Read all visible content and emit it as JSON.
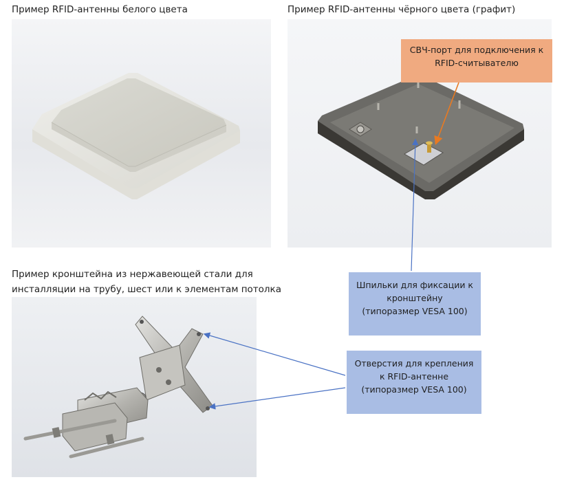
{
  "captions": {
    "white_antenna": "Пример RFID-антенны белого цвета",
    "black_antenna": "Пример RFID-антенны чёрного цвета (графит)",
    "bracket_line1": "Пример кронштейна из нержавеющей стали для",
    "bracket_line2": "инсталляции на трубу, шест или к элементам потолка"
  },
  "callouts": {
    "rf_port": {
      "lines": [
        "СВЧ-порт для подключения к",
        "RFID-считывателю"
      ]
    },
    "studs": {
      "lines": [
        "Шпильки для фиксации к",
        "кронштейну",
        "(типоразмер VESA 100)"
      ]
    },
    "holes": {
      "lines": [
        "Отверстия для крепления",
        "к RFID-антенне",
        "(типоразмер VESA 100)"
      ]
    }
  },
  "colors": {
    "rf_port_bg": "#f0aa80",
    "blue_callout_bg": "#a9bde4",
    "arrow_orange": "#e87a22",
    "arrow_blue": "#4a72c4"
  }
}
